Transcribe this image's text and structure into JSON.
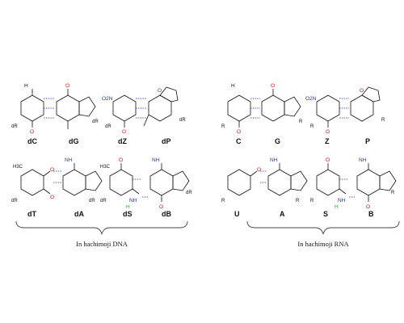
{
  "dna": {
    "caption": "In hachimoji DNA",
    "row1": [
      "dC",
      "dG",
      "dZ",
      "dP"
    ],
    "row2": [
      "dT",
      "dA",
      "dS",
      "dB"
    ]
  },
  "rna": {
    "caption": "In hachimoji RNA",
    "row1": [
      "C",
      "G",
      "Z",
      "P"
    ],
    "row2": [
      "U",
      "A",
      "S",
      "B"
    ]
  },
  "atom_labels": {
    "sugar_dna": "dR",
    "sugar_rna": "R",
    "nitro": "O2N",
    "methyl": "H3C",
    "carbonyl": "O",
    "hydrogen": "H",
    "amine": "NH"
  },
  "colors": {
    "nitrogen": "#2233aa",
    "oxygen": "#cc1111",
    "hydrogen_special": "#22aa33",
    "text": "#111111"
  }
}
